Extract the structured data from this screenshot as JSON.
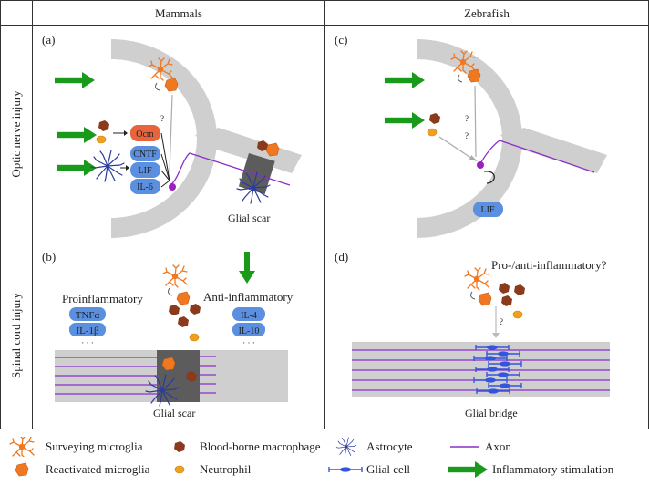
{
  "columns": {
    "mammals": "Mammals",
    "zebrafish": "Zebrafish"
  },
  "rows": {
    "optic": "Optic nerve injury",
    "spinal": "Spinal cord injury"
  },
  "panels": {
    "a": {
      "label": "(a)",
      "factors": [
        "Ocm",
        "CNTF",
        "LIF",
        "IL-6"
      ],
      "question": "?",
      "scar_label": "Glial scar"
    },
    "b": {
      "label": "(b)",
      "pro_title": "Proinflammatory",
      "pro_cytokines": [
        "TNFα",
        "IL-1β"
      ],
      "pro_more": "· · ·",
      "anti_title": "Anti-inflammatory",
      "anti_cytokines": [
        "IL-4",
        "IL-10"
      ],
      "anti_more": "· · ·",
      "scar_label": "Glial scar"
    },
    "c": {
      "label": "(c)",
      "question": "?",
      "factor": "LIF"
    },
    "d": {
      "label": "(d)",
      "question_title": "Pro-/anti-inflammatory?",
      "question": "?",
      "bridge_label": "Glial bridge"
    }
  },
  "legend": [
    {
      "icon": "surveying-microglia-icon",
      "label": "Surveying microglia"
    },
    {
      "icon": "reactivated-microglia-icon",
      "label": "Reactivated microglia"
    },
    {
      "icon": "macrophage-icon",
      "label": "Blood-borne macrophage"
    },
    {
      "icon": "neutrophil-icon",
      "label": "Neutrophil"
    },
    {
      "icon": "astrocyte-icon",
      "label": "Astrocyte"
    },
    {
      "icon": "glial-cell-icon",
      "label": "Glial cell"
    },
    {
      "icon": "axon-icon",
      "label": "Axon"
    },
    {
      "icon": "arrow-icon",
      "label": "Inflammatory stimulation"
    }
  ],
  "colors": {
    "arrow_green": "#1a9a1a",
    "nerve_gray": "#cfcfcf",
    "scar_gray": "#5c5c5c",
    "axon_purple": "#8b2fc9",
    "microglia_orange": "#f07820",
    "macrophage_brown": "#8b3a1c",
    "neutrophil_yellow": "#f0a020",
    "factor_blue": "#5b8fe0",
    "ocm_red": "#e8643c",
    "astrocyte_blue": "#2a3c9c"
  }
}
